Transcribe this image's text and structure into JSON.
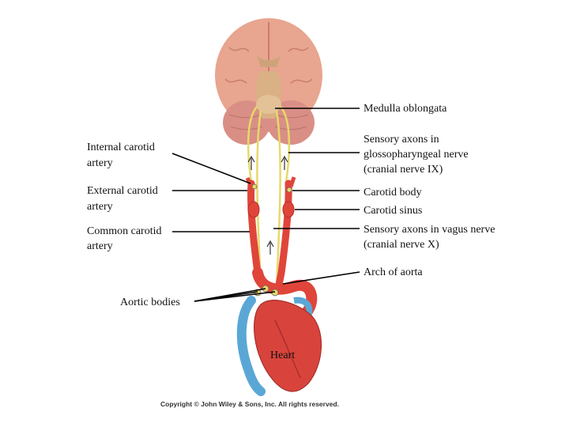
{
  "labels": {
    "medulla_oblongata": "Medulla oblongata",
    "internal_carotid_line1": "Internal carotid",
    "internal_carotid_line2": "artery",
    "sensory_glosso_line1": "Sensory axons in",
    "sensory_glosso_line2": "glossopharyngeal nerve",
    "sensory_glosso_line3": "(cranial nerve IX)",
    "external_carotid_line1": "External carotid",
    "external_carotid_line2": "artery",
    "carotid_body": "Carotid body",
    "carotid_sinus": "Carotid sinus",
    "common_carotid_line1": "Common carotid",
    "common_carotid_line2": "artery",
    "sensory_vagus_line1": "Sensory axons in vagus nerve",
    "sensory_vagus_line2": "(cranial nerve X)",
    "arch_of_aorta": "Arch of aorta",
    "aortic_bodies": "Aortic bodies",
    "heart": "Heart"
  },
  "copyright": "Copyright © John Wiley & Sons, Inc. All rights reserved.",
  "colors": {
    "brain": "#e8a58f",
    "brain_shadow": "#c97e6a",
    "cerebellum": "#d98f86",
    "brainstem": "#d9b184",
    "nerve": "#e6d96a",
    "artery": "#e0453a",
    "artery_dark": "#b82e28",
    "vein": "#5aa7d6",
    "heart": "#d8443c",
    "leader": "#000000"
  }
}
